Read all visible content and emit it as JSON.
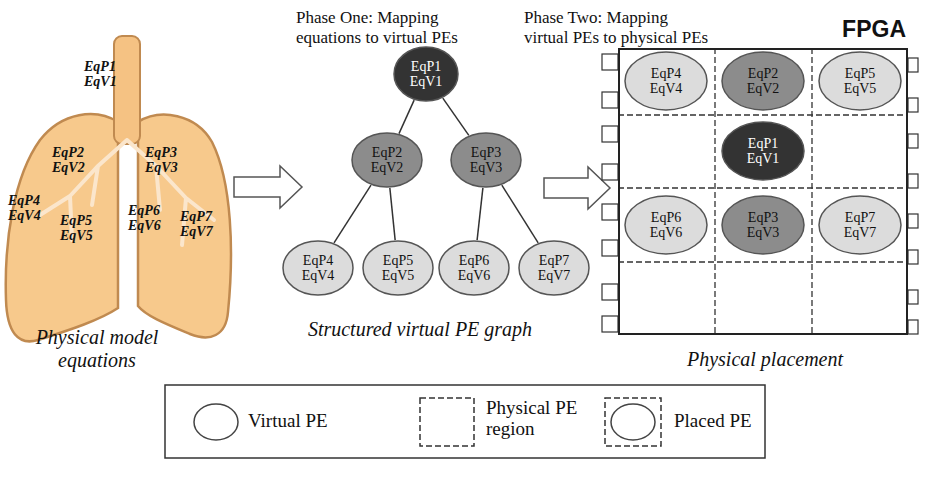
{
  "diagram": {
    "nodes": [
      {
        "text": [
          "EqP1 EqV1"
        ]
      },
      {
        "text": [
          "EqP2 EqV2"
        ]
      },
      {
        "text": [
          "EqP3 EqV3"
        ]
      },
      {
        "text": [
          "EqP4 EqV4"
        ]
      },
      {
        "text": [
          "EqP5 EqV5"
        ]
      },
      {
        "text": [
          "EqP6 EqV6"
        ]
      },
      {
        "text": [
          "EqP7 EqV7"
        ]
      },
      {
        "text": [
          "FPGA"
        ]
      },
      {
        "text": [
          "EqP4 EqV4"
        ],
        "in": 7
      },
      {
        "text": [
          "EqP2 EqV2"
        ],
        "in": 7
      },
      {
        "text": [
          "EqP5 EqV5"
        ],
        "in": 7
      },
      {
        "text": [
          "EqP1 EqV1"
        ],
        "in": 7
      },
      {
        "text": [
          "EqP6 EqV6"
        ],
        "in": 7
      },
      {
        "text": [
          "EqP3 EqV3"
        ],
        "in": 7
      },
      {
        "text": [
          "EqP7 EqV7"
        ],
        "in": 7
      }
    ],
    "edges": [
      {
        "from": 0,
        "to": 1,
        "arrow": "none"
      },
      {
        "from": 0,
        "to": 2,
        "arrow": "none"
      },
      {
        "from": 1,
        "to": 3,
        "arrow": "none"
      },
      {
        "from": 1,
        "to": 4,
        "arrow": "none"
      },
      {
        "from": 2,
        "to": 5,
        "arrow": "none"
      },
      {
        "from": 2,
        "to": 6,
        "arrow": "none"
      }
    ],
    "labels": [
      "Phase One: Mapping equations to virtual PEs",
      "Phase Two: Mapping virtual PEs to physical PEs",
      "EqP1 EqV1",
      "EqP2 EqV2",
      "EqP3 EqV3",
      "EqP4 EqV4",
      "EqP5 EqV5",
      "EqP6 EqV6",
      "EqP7 EqV7",
      "Physical model equations",
      "Structured virtual PE graph",
      "Physical placement"
    ],
    "legend": [
      {
        "text": "Virtual PE"
      },
      {
        "text": "Physical PE region"
      },
      {
        "text": "Placed PE"
      }
    ]
  }
}
